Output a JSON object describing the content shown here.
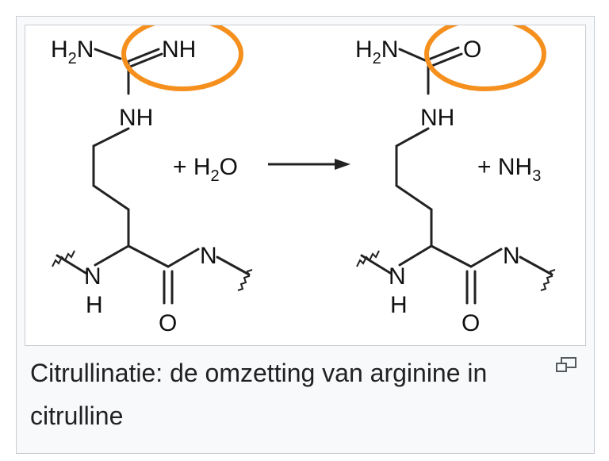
{
  "reaction": {
    "arginine": {
      "top_left": "H",
      "top_left_sub": "2",
      "top_left_tail": "N",
      "imine": "NH",
      "amine": "NH",
      "backbone_n_left": "N",
      "backbone_n_left_h": "H",
      "backbone_n_right": "N",
      "carbonyl_o": "O"
    },
    "plus_water": {
      "prefix": "+ H",
      "sub": "2",
      "suffix": "O"
    },
    "citrulline": {
      "top_left": "H",
      "top_left_sub": "2",
      "top_left_tail": "N",
      "carbonyl_top": "O",
      "amine": "NH",
      "backbone_n_left": "N",
      "backbone_n_left_h": "H",
      "backbone_n_right": "N",
      "carbonyl_o": "O"
    },
    "plus_ammonia": {
      "prefix": "+ NH",
      "sub": "3"
    },
    "highlight_color": "#f5901e"
  },
  "caption": "Citrullinatie: de omzetting van arginine in citrulline"
}
